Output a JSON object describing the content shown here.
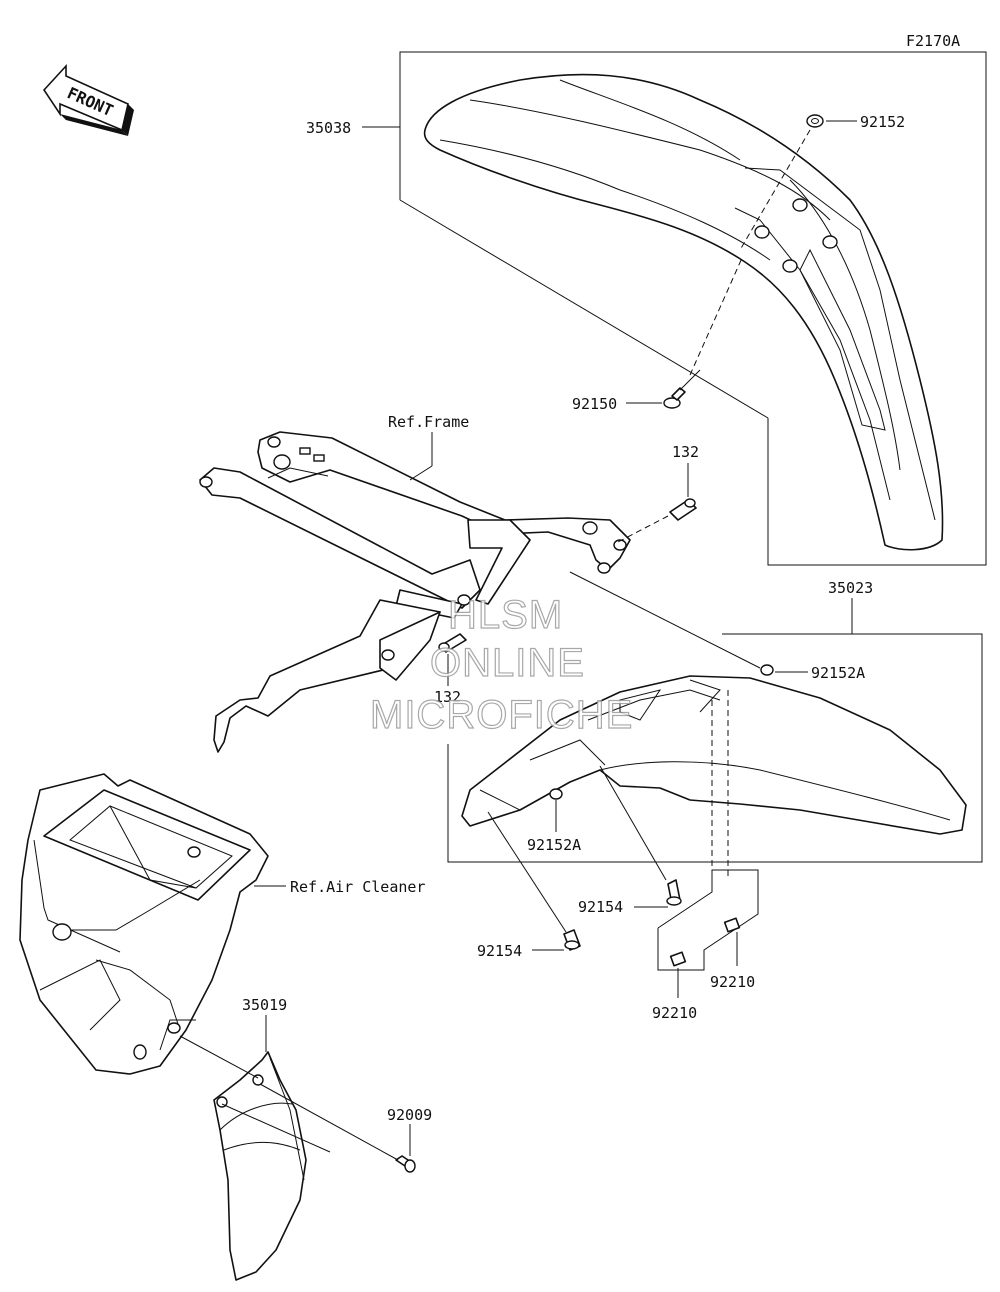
{
  "figure_code": "F2170A",
  "front_label": "FRONT",
  "watermark": [
    "HLSM",
    "ONLINE",
    "MICROFICHE"
  ],
  "parts": [
    {
      "number": "35038"
    },
    {
      "number": "92152"
    },
    {
      "number": "92150"
    },
    {
      "number": "132"
    },
    {
      "number": "35023"
    },
    {
      "number": "92152A"
    },
    {
      "number": "132"
    },
    {
      "number": "92152A"
    },
    {
      "number": "92154"
    },
    {
      "number": "92154"
    },
    {
      "number": "92210"
    },
    {
      "number": "92210"
    },
    {
      "number": "35019"
    },
    {
      "number": "92009"
    }
  ],
  "references": [
    "Ref.Frame",
    "Ref.Air Cleaner"
  ]
}
